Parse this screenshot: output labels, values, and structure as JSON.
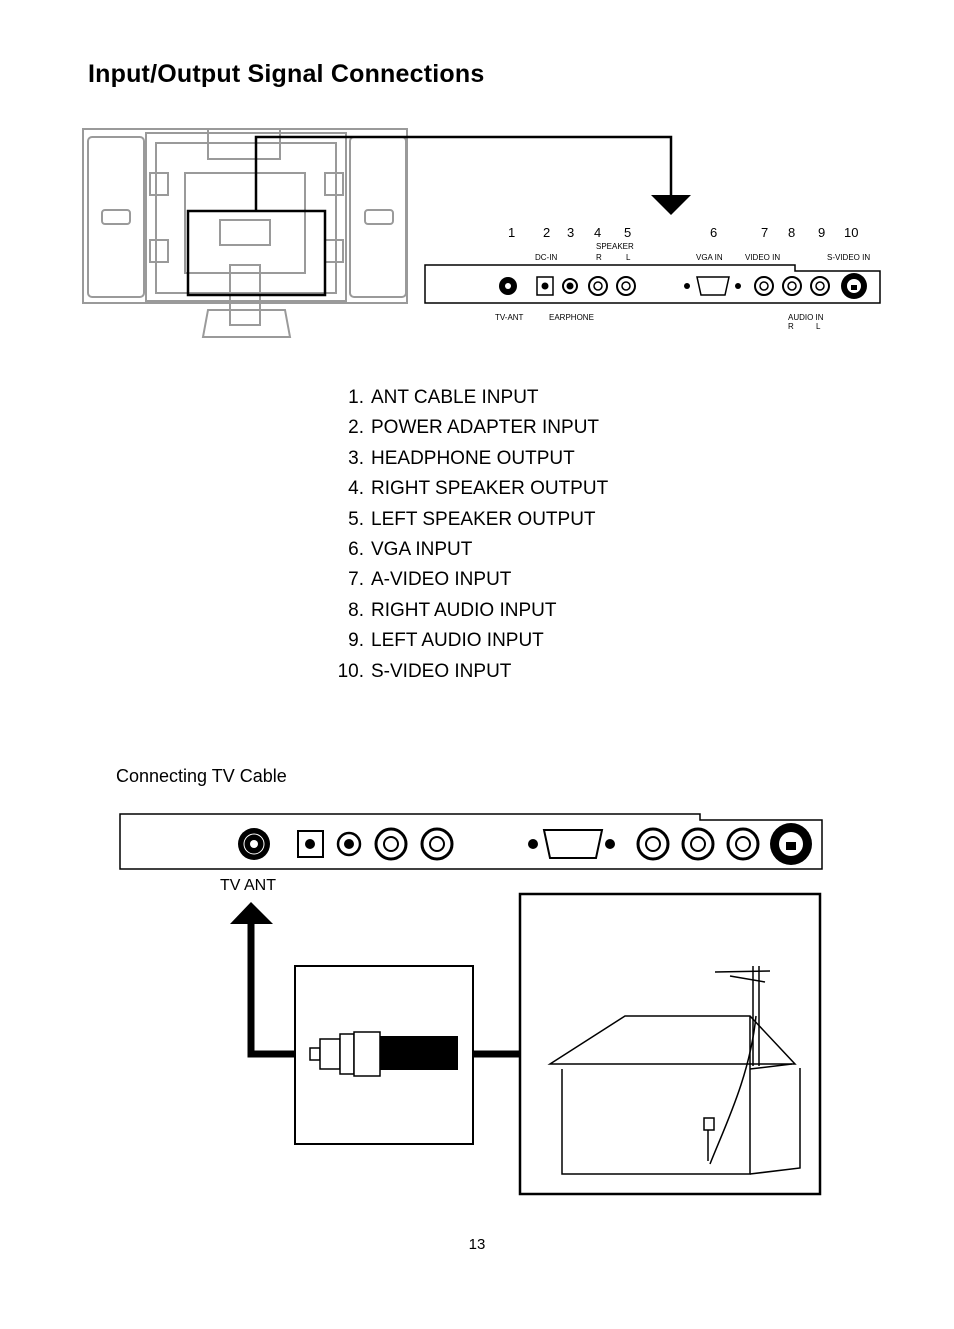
{
  "page": {
    "title": "Input/Output Signal Connections",
    "section_heading": "Connecting TV Cable",
    "page_number": "13"
  },
  "panel": {
    "numbers": [
      "1",
      "2",
      "3",
      "4",
      "5",
      "6",
      "7",
      "8",
      "9",
      "10"
    ],
    "labels": {
      "dc_in": "DC-IN",
      "speaker": "SPEAKER",
      "speaker_r": "R",
      "speaker_l": "L",
      "vga_in": "VGA IN",
      "video_in": "VIDEO IN",
      "s_video_in": "S-VIDEO IN",
      "tv_ant": "TV-ANT",
      "earphone": "EARPHONE",
      "audio_in": "AUDIO IN",
      "audio_r": "R",
      "audio_l": "L",
      "tv_ant_bottom": "TV ANT"
    }
  },
  "connectors": [
    {
      "num": "1.",
      "label": "ANT CABLE INPUT"
    },
    {
      "num": "2.",
      "label": "POWER ADAPTER INPUT"
    },
    {
      "num": "3.",
      "label": "HEADPHONE OUTPUT"
    },
    {
      "num": "4.",
      "label": "RIGHT SPEAKER OUTPUT"
    },
    {
      "num": "5.",
      "label": "LEFT SPEAKER OUTPUT"
    },
    {
      "num": "6.",
      "label": "VGA INPUT"
    },
    {
      "num": "7.",
      "label": "A-VIDEO INPUT"
    },
    {
      "num": "8.",
      "label": "RIGHT AUDIO INPUT"
    },
    {
      "num": "9.",
      "label": "LEFT AUDIO INPUT"
    },
    {
      "num": "10.",
      "label": "S-VIDEO INPUT"
    }
  ]
}
